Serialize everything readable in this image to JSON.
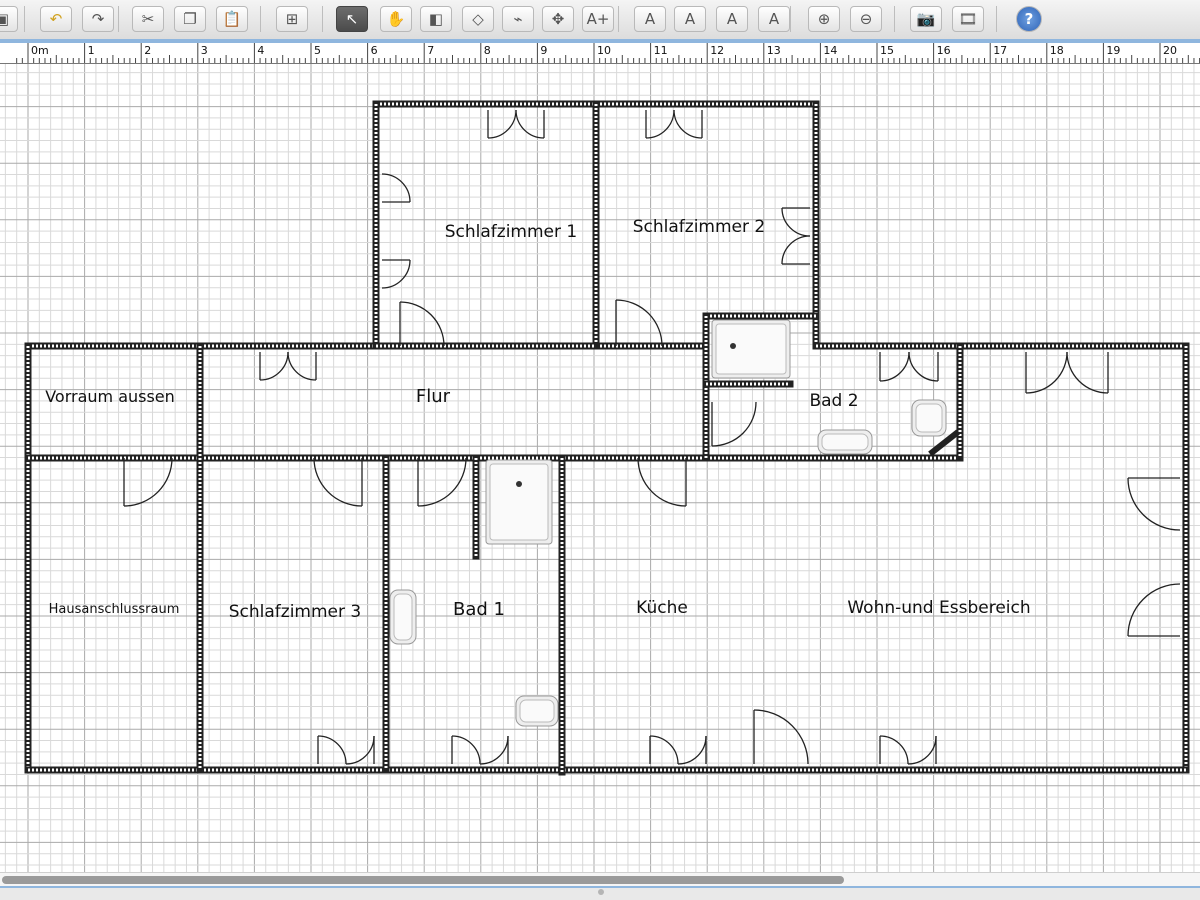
{
  "toolbar": {
    "buttons": [
      {
        "id": "plan-menu",
        "icon": "page-icon",
        "glyph": "▣"
      },
      {
        "id": "undo",
        "icon": "undo-icon",
        "glyph": "↶"
      },
      {
        "id": "redo",
        "icon": "redo-icon",
        "glyph": "↷"
      },
      {
        "id": "cut",
        "icon": "scissors-icon",
        "glyph": "✂"
      },
      {
        "id": "copy",
        "icon": "copy-icon",
        "glyph": "❐"
      },
      {
        "id": "paste",
        "icon": "clipboard-icon",
        "glyph": "📋"
      },
      {
        "id": "add-furniture",
        "icon": "add-furniture-icon",
        "glyph": "⊞"
      },
      {
        "id": "select",
        "icon": "arrow-pointer-icon",
        "glyph": "↖"
      },
      {
        "id": "pan",
        "icon": "hand-icon",
        "glyph": "✋"
      },
      {
        "id": "create-walls",
        "icon": "create-walls-icon",
        "glyph": "◧"
      },
      {
        "id": "create-rooms",
        "icon": "create-rooms-icon",
        "glyph": "◇"
      },
      {
        "id": "create-polylines",
        "icon": "create-polyline-icon",
        "glyph": "⌁"
      },
      {
        "id": "create-dimensions",
        "icon": "create-dimension-icon",
        "glyph": "✥"
      },
      {
        "id": "add-text",
        "icon": "add-text-icon",
        "glyph": "A+"
      },
      {
        "id": "text-style-1",
        "icon": "text-style-icon",
        "glyph": "A"
      },
      {
        "id": "text-style-2",
        "icon": "text-style-icon",
        "glyph": "A"
      },
      {
        "id": "bold",
        "icon": "bold-text-icon",
        "glyph": "A"
      },
      {
        "id": "italic",
        "icon": "italic-text-icon",
        "glyph": "A"
      },
      {
        "id": "zoom-in",
        "icon": "zoom-in-icon",
        "glyph": "⊕"
      },
      {
        "id": "zoom-out",
        "icon": "zoom-out-icon",
        "glyph": "⊖"
      },
      {
        "id": "photo",
        "icon": "camera-icon",
        "glyph": "📷"
      },
      {
        "id": "video",
        "icon": "video-icon",
        "glyph": "🎞"
      },
      {
        "id": "help",
        "icon": "help-icon",
        "glyph": "?"
      }
    ]
  },
  "ruler": {
    "unit": "m",
    "labels": [
      "0m",
      "1",
      "2",
      "3",
      "4",
      "5",
      "6",
      "7",
      "8",
      "9",
      "10",
      "11",
      "12",
      "13",
      "14",
      "15",
      "16",
      "17",
      "18",
      "19",
      "20"
    ]
  },
  "rooms": [
    {
      "key": "schlafzimmer1",
      "name": "Schlafzimmer 1"
    },
    {
      "key": "schlafzimmer2",
      "name": "Schlafzimmer 2"
    },
    {
      "key": "vorraum",
      "name": "Vorraum aussen"
    },
    {
      "key": "flur",
      "name": "Flur"
    },
    {
      "key": "bad2",
      "name": "Bad 2"
    },
    {
      "key": "hausanschluss",
      "name": "Hausanschlussraum"
    },
    {
      "key": "schlafzimmer3",
      "name": "Schlafzimmer 3"
    },
    {
      "key": "bad1",
      "name": "Bad 1"
    },
    {
      "key": "kueche",
      "name": "Küche"
    },
    {
      "key": "wohnen",
      "name": "Wohn-und Essbereich"
    }
  ],
  "colors": {
    "toolbar_accent": "#8fb6de",
    "grid_minor": "#d9d9d9",
    "grid_major": "#aaaaaa",
    "wall": "#222222",
    "fixture": "#eeeeee"
  }
}
